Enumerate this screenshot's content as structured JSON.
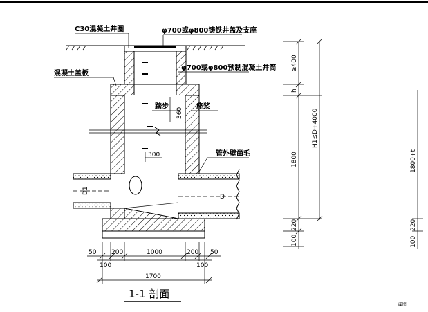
{
  "labels": {
    "c30_ring": "C30混凝土井圈",
    "cover": "φ700或φ800铸铁井盖及支座",
    "slab": "混凝土盖板",
    "barrel": "φ700或φ800预制混凝土井筒",
    "step": "踏步",
    "mortar": "座浆",
    "pipe_rough": "管外壁凿毛",
    "d1": "D1",
    "d": "D",
    "title": "1-1 剖面",
    "stamp": "溪图"
  },
  "dims": {
    "d360": "360",
    "d300": "300",
    "d400": "≥400",
    "dh": "h",
    "dH1": "H1≤D+4000",
    "d1800": "1800",
    "d220": "220",
    "d100": "100",
    "d50a": "50",
    "d200a": "200",
    "d1000": "1000",
    "d200b": "200",
    "d50b": "50",
    "d100a": "100",
    "d100b": "100",
    "d1700": "1700",
    "r1800": "1800+t",
    "r220": "220",
    "r100": "100"
  }
}
